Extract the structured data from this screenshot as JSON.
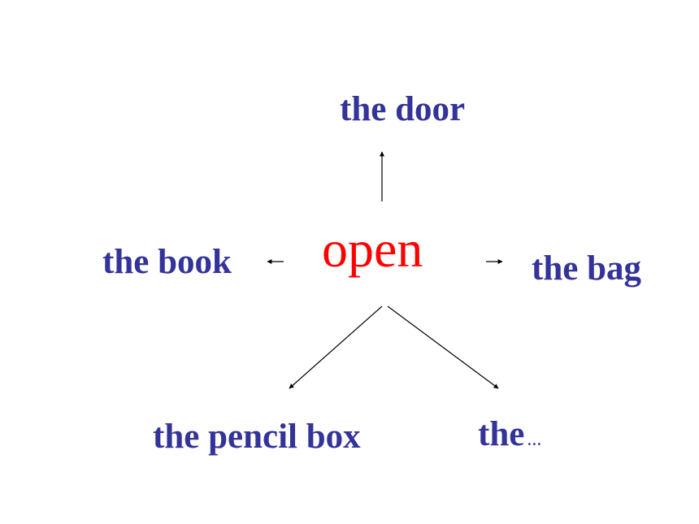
{
  "center": {
    "text": "open"
  },
  "branches": {
    "top": "the door",
    "left": "the book",
    "right": "the bag",
    "bottom_left": "the pencil box",
    "bottom_right": {
      "word": "the",
      "ellipsis": "..."
    }
  },
  "colors": {
    "center_text": "#ff0000",
    "branch_text": "#333399",
    "arrow": "#000000",
    "background": "#ffffff"
  }
}
